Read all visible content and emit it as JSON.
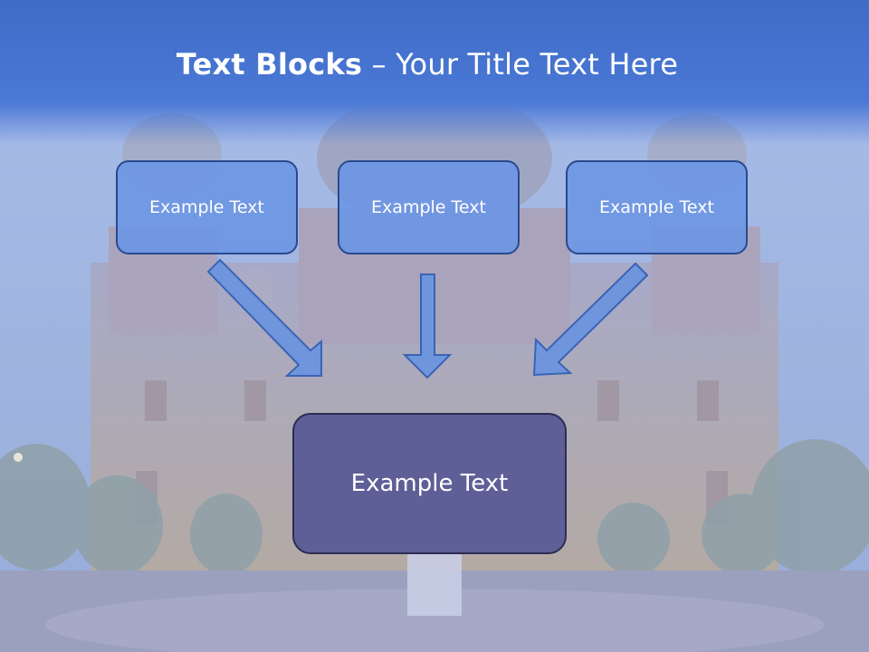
{
  "slide": {
    "title_bold": "Text Blocks",
    "title_separator": " – ",
    "title_rest": "Your Title Text Here"
  },
  "blocks": [
    {
      "label": "Example Text"
    },
    {
      "label": "Example Text"
    },
    {
      "label": "Example Text"
    }
  ],
  "main_block": {
    "label": "Example Text"
  },
  "colors": {
    "title_band": "#4a78d6",
    "block_fill": "#6e96e4",
    "block_border": "#2a4a8e",
    "main_fill": "#5c5c96",
    "arrow_fill": "#6f95dc"
  }
}
